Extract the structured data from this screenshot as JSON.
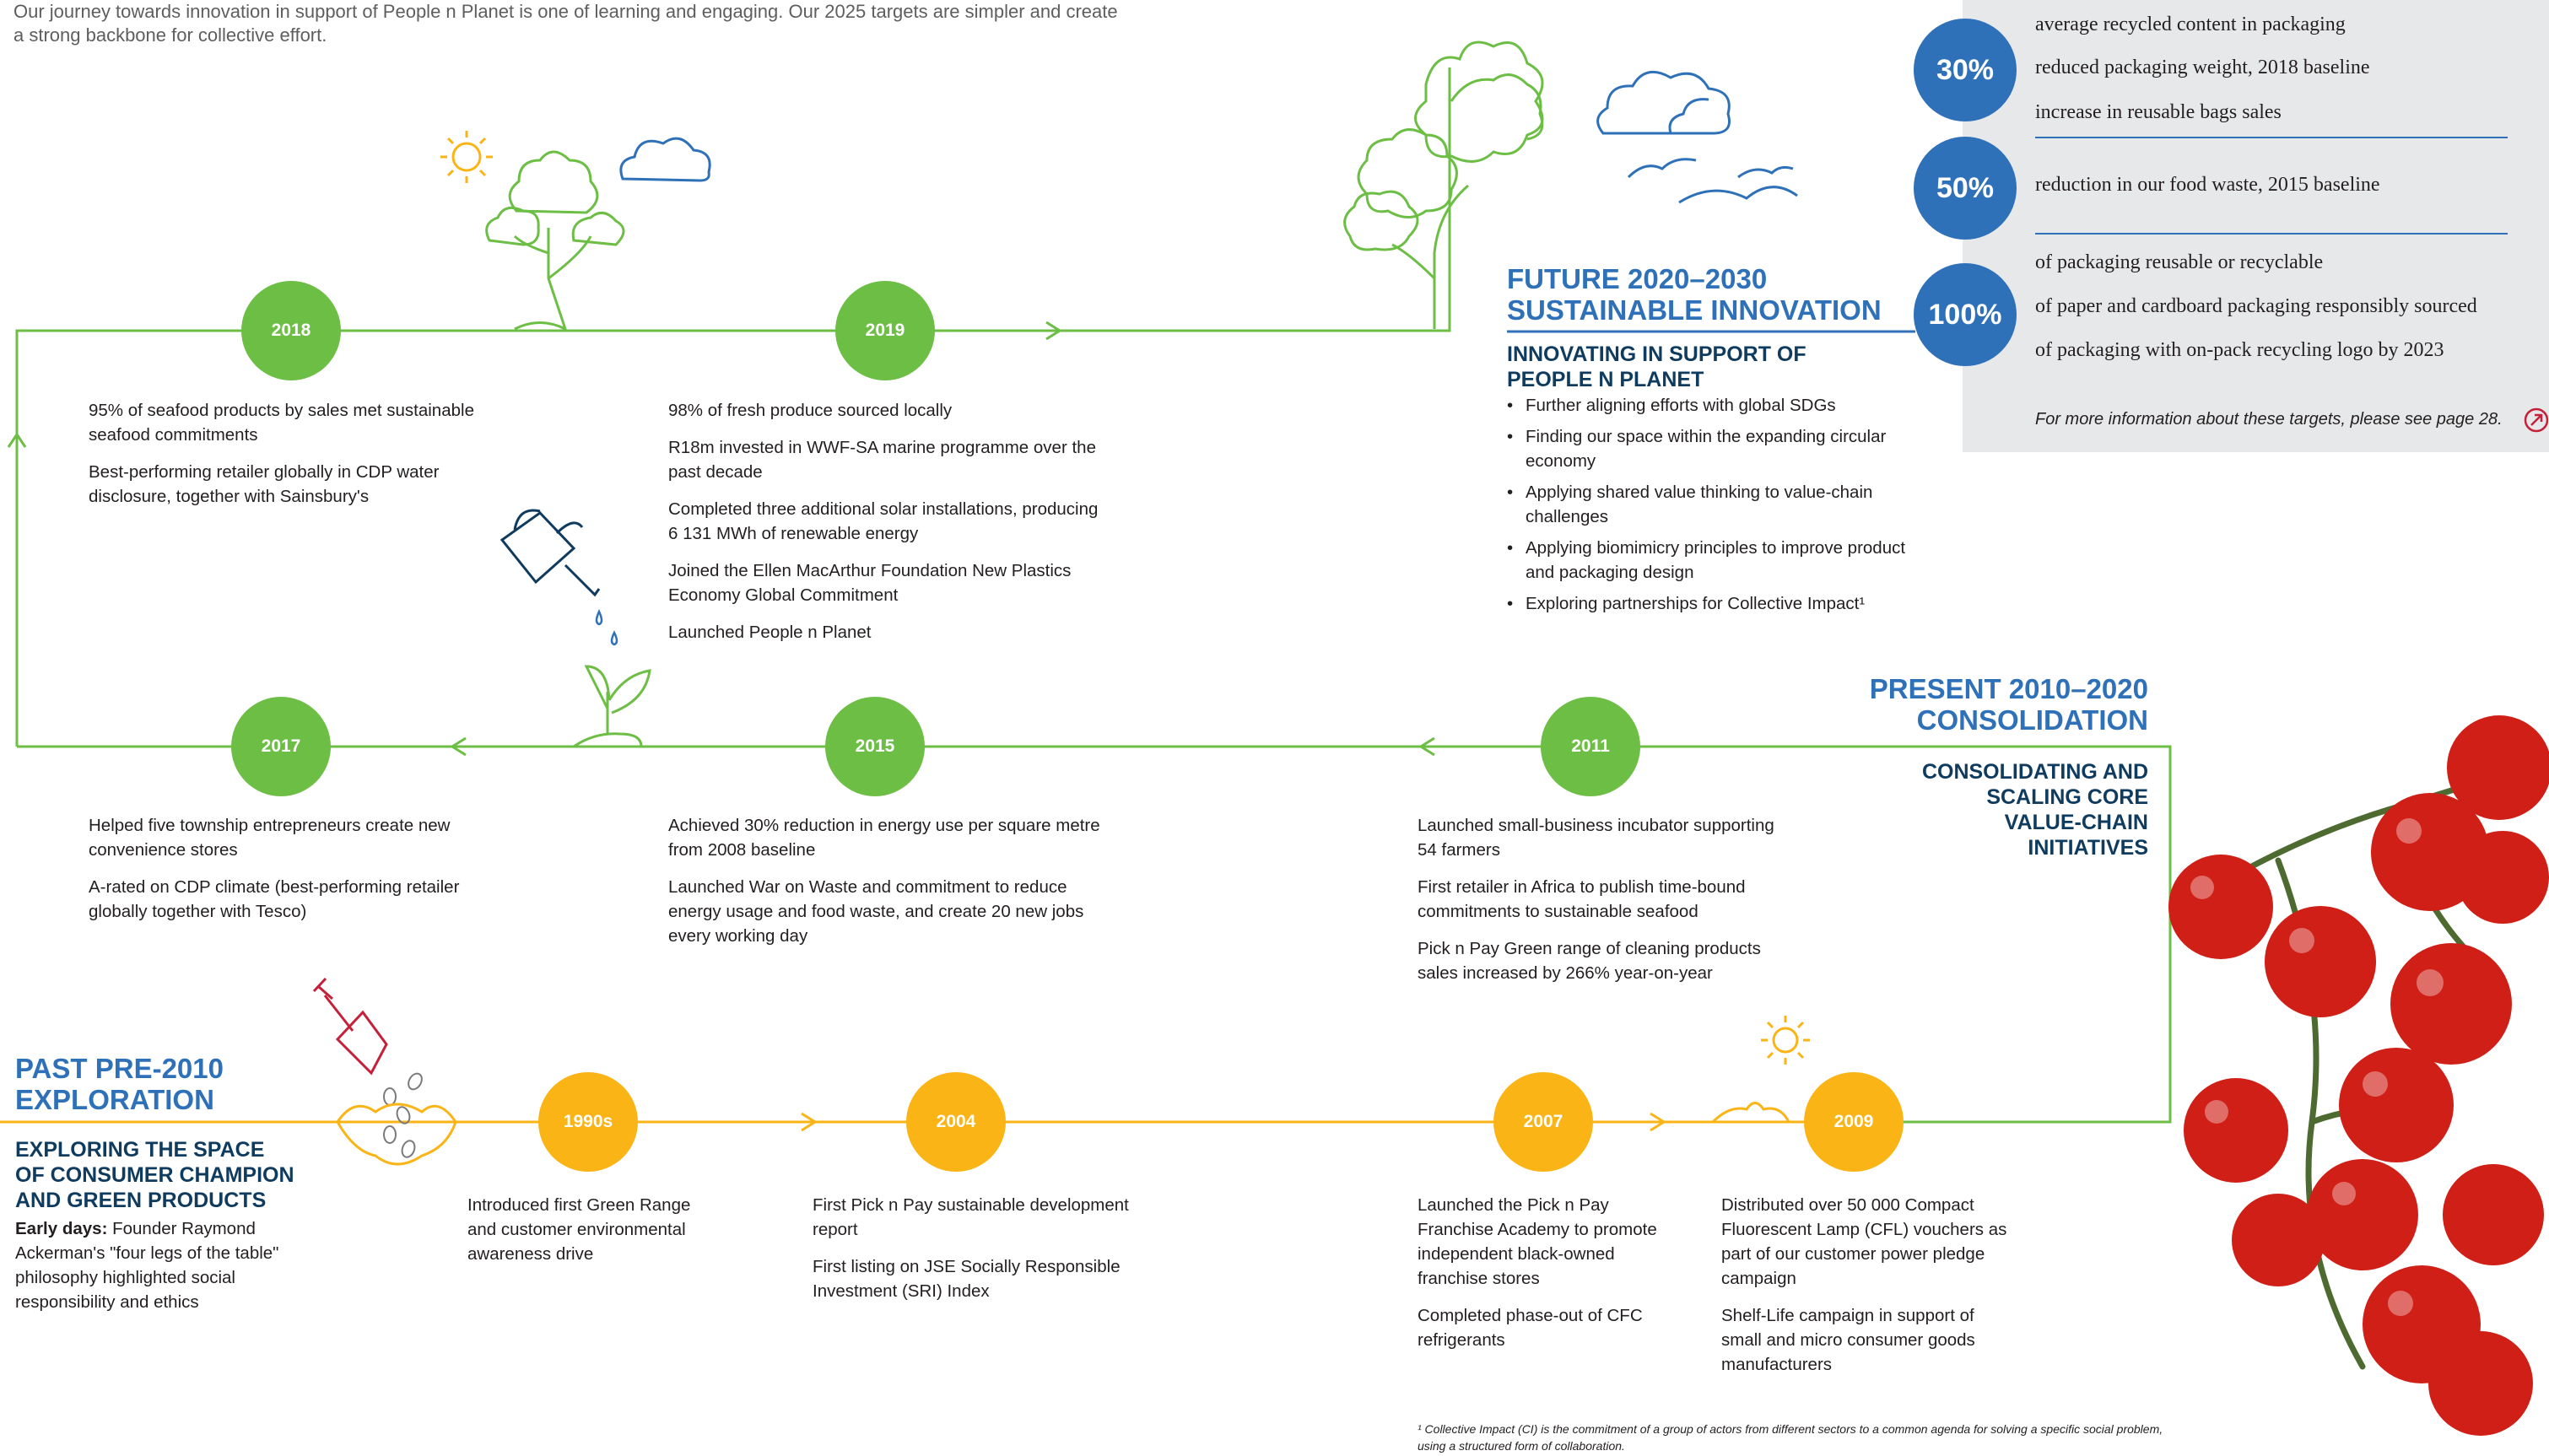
{
  "intro": "Our journey towards innovation in support of People n Planet is one of learning and engaging. Our 2025 targets are simpler and create a strong backbone for collective effort.",
  "colors": {
    "green": "#6dbe45",
    "orange": "#fbb415",
    "blue": "#2f71b8",
    "navy": "#0f3b5f",
    "panel": "#e7e8e9"
  },
  "future": {
    "title_line1": "FUTURE 2020–2030",
    "title_line2": "SUSTAINABLE INNOVATION",
    "sub_line1": "INNOVATING IN SUPPORT OF",
    "sub_line2": "PEOPLE N PLANET",
    "bullets": [
      "Further aligning efforts with global SDGs",
      "Finding our space within the expanding circular economy",
      "Applying shared value thinking to value-chain challenges",
      "Applying biomimicry principles to improve product and packaging design",
      "Exploring partnerships for Collective Impact¹"
    ]
  },
  "present": {
    "title_line1": "PRESENT 2010–2020",
    "title_line2": "CONSOLIDATION",
    "sub_line1": "CONSOLIDATING AND",
    "sub_line2": "SCALING CORE",
    "sub_line3": "VALUE-CHAIN",
    "sub_line4": "INITIATIVES"
  },
  "past": {
    "title_line1": "PAST PRE-2010",
    "title_line2": "EXPLORATION",
    "sub_line1": "EXPLORING THE SPACE",
    "sub_line2": "OF CONSUMER CHAMPION",
    "sub_line3": "AND GREEN PRODUCTS",
    "early_label": "Early days:",
    "early_text": " Founder Raymond Ackerman's \"four legs of the table\" philosophy highlighted social responsibility and ethics"
  },
  "milestones": {
    "y2018": {
      "year": "2018",
      "items": [
        "95% of seafood products by sales met sustainable seafood commitments",
        "Best-performing retailer globally in CDP water disclosure, together with Sainsbury's"
      ]
    },
    "y2019": {
      "year": "2019",
      "items": [
        "98% of fresh produce sourced locally",
        "R18m invested in WWF-SA marine programme over the past decade",
        "Completed three additional solar installations, producing 6 131 MWh of renewable energy",
        "Joined the Ellen MacArthur Foundation New Plastics Economy Global Commitment",
        "Launched People n Planet"
      ]
    },
    "y2017": {
      "year": "2017",
      "items": [
        "Helped five township entrepreneurs create new convenience stores",
        "A-rated on CDP climate (best-performing retailer globally together with Tesco)"
      ]
    },
    "y2015": {
      "year": "2015",
      "items": [
        "Achieved 30% reduction in energy use per square metre from 2008 baseline",
        "Launched War on Waste and commitment to reduce energy usage and food waste, and create 20 new jobs every working day"
      ]
    },
    "y2011": {
      "year": "2011",
      "items": [
        "Launched small-business incubator supporting 54 farmers",
        "First retailer in Africa to publish time-bound commitments to sustainable seafood",
        "Pick n Pay Green range of cleaning products sales increased by 266% year-on-year"
      ]
    },
    "y1990s": {
      "year": "1990s",
      "items": [
        "Introduced first Green Range and customer environmental awareness drive"
      ]
    },
    "y2004": {
      "year": "2004",
      "items": [
        "First Pick n Pay sustainable development report",
        "First listing on JSE Socially Responsible Investment (SRI) Index"
      ]
    },
    "y2007": {
      "year": "2007",
      "items": [
        "Launched the Pick n Pay Franchise Academy to promote independent black-owned franchise stores",
        "Completed phase-out of CFC refrigerants"
      ]
    },
    "y2009": {
      "year": "2009",
      "items": [
        "Distributed over 50 000 Compact Fluorescent Lamp (CFL) vouchers as part of our customer power pledge campaign",
        "Shelf-Life campaign in support of small and micro consumer goods manufacturers"
      ]
    }
  },
  "targets": {
    "t30": {
      "pct": "30%",
      "lines": [
        "average recycled content in packaging",
        "reduced packaging weight, 2018 baseline",
        "increase in reusable bags sales"
      ]
    },
    "t50": {
      "pct": "50%",
      "lines": [
        "reduction in our food waste, 2015 baseline"
      ]
    },
    "t100": {
      "pct": "100%",
      "lines": [
        "of packaging reusable or recyclable",
        "of paper and cardboard packaging responsibly sourced",
        "of packaging with on-pack recycling logo by 2023"
      ]
    },
    "more_info": "For more information about these targets, please see page 28."
  },
  "footnote": "¹ Collective Impact (CI) is the commitment of a group of actors from different sectors to a common agenda for solving a specific social problem, using a structured form of collaboration.",
  "icons": [
    "sun-icon",
    "cloud-icon",
    "tree-icon",
    "watering-can-icon",
    "seedling-icon",
    "spade-icon",
    "seeds-icon",
    "birds-icon",
    "tomatoes-image",
    "arrow-link-icon"
  ]
}
